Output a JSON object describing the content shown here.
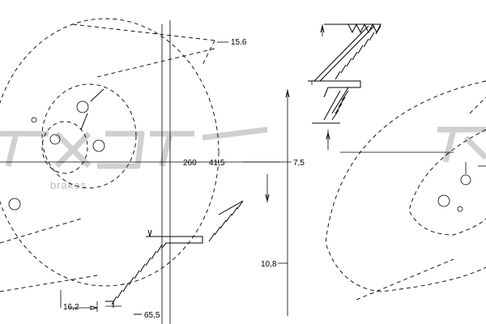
{
  "drawing": {
    "dimensions": {
      "thickness_top": "15.6",
      "center_bore": "260",
      "hub_dia": "41,5",
      "right_label": "7,5",
      "min_thickness": "10,8",
      "offset_bottom_left": "16,2",
      "height_bottom": "65,5"
    },
    "watermark": {
      "brand_sub": "brakes"
    }
  }
}
